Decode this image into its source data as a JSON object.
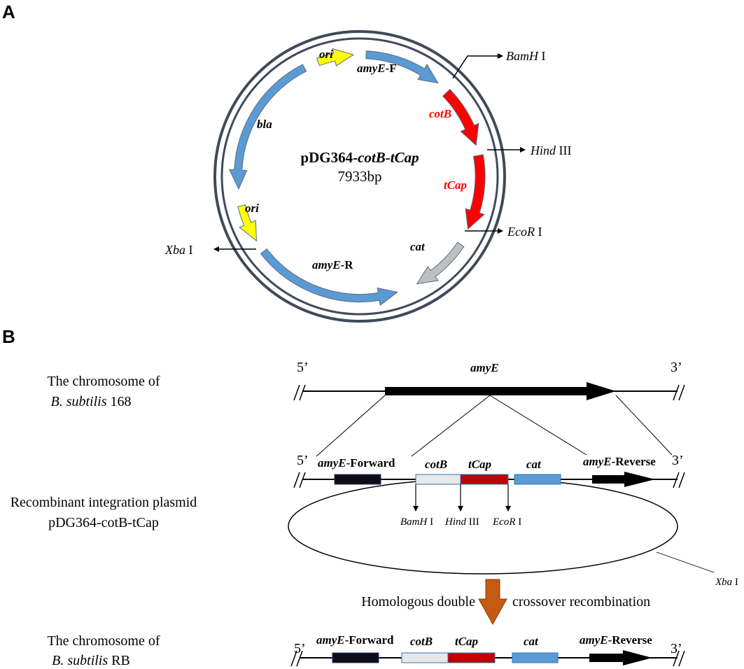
{
  "panel_a": {
    "label": "A",
    "plasmid_name_prefix": "pDG364-",
    "plasmid_name_italic": "cotB-tCap",
    "plasmid_size": "7933bp",
    "features": {
      "ori_top": "ori",
      "amyE_F_italic": "amyE",
      "amyE_F_suffix": "-F",
      "bla": "bla",
      "cotB": "cotB",
      "tCap": "tCap",
      "ori_bottom": "ori",
      "cat": "cat",
      "amyE_R_italic": "amyE",
      "amyE_R_suffix": "-R"
    },
    "sites": {
      "bamh_italic": "BamH",
      "bamh_suffix": " I",
      "hind_italic": "Hind",
      "hind_suffix": " III",
      "ecor_italic": "EcoR",
      "ecor_suffix": " I",
      "xba_italic": "Xba",
      "xba_suffix": " I"
    },
    "colors": {
      "blue": "#5b9bd5",
      "yellow": "#ffff00",
      "red": "#ff0000",
      "gray": "#bfbfbf",
      "ring": "#3f4a5a"
    }
  },
  "panel_b": {
    "label": "B",
    "chromosome_168_line1": "The chromosome of",
    "chromosome_168_italic": "B. subtilis",
    "chromosome_168_suffix": " 168",
    "plasmid_line1": "Recombinant integration plasmid",
    "plasmid_line2": "pDG364-cotB-tCap",
    "chromosome_rb_line1": "The chromosome of",
    "chromosome_rb_italic": "B. subtilis",
    "chromosome_rb_suffix": " RB",
    "five_prime": "5’",
    "three_prime": "3’",
    "amyE": "amyE",
    "amyE_forward_italic": "amyE",
    "amyE_forward_suffix": "-Forward",
    "amyE_reverse_italic": "amyE",
    "amyE_reverse_suffix": "-Reverse",
    "cotB": "cotB",
    "tCap": "tCap",
    "cat": "cat",
    "site_bamh_italic": "BamH",
    "site_bamh_suffix": " I",
    "site_hind_italic": "Hind",
    "site_hind_suffix": " III",
    "site_ecor_italic": "EcoR",
    "site_ecor_suffix": " I",
    "site_xba_italic": "Xba",
    "site_xba_suffix": " I",
    "recombination_left": "Homologous double",
    "recombination_right": "crossover recombination",
    "colors": {
      "forward_box": "#0d0d1a",
      "cotB_box": "#e8e8ea",
      "tCap_box": "#c00000",
      "cat_box": "#5b9bd5",
      "down_arrow": "#c55a11"
    }
  }
}
